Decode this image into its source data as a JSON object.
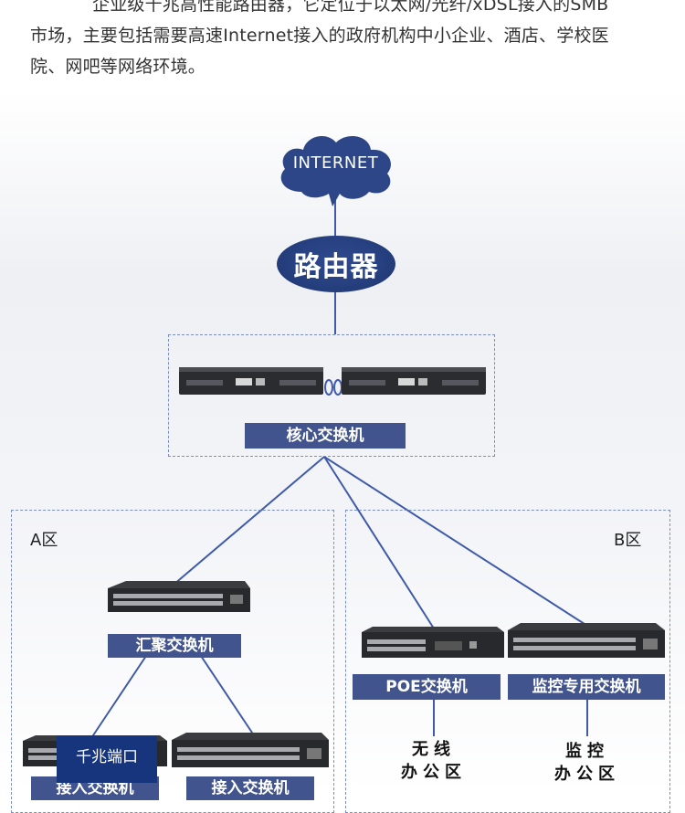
{
  "intro": {
    "line1": "企业级千兆高性能路由器，它定位于以太网/光纤/xDSL接入的SMB",
    "line2": "市场，主要包括需要高速Internet接入的政府机构中小企业、酒店、学校医",
    "line3": "院、网吧等网络环境。"
  },
  "diagram": {
    "internet_label": "INTERNET",
    "router_label": "路由器",
    "core_switch_label": "核心交换机",
    "zone_a_label": "A区",
    "zone_b_label": "B区",
    "aggregation_switch_label": "汇聚交换机",
    "access_switch_label_1": "接入交换机",
    "access_switch_label_2": "接入交换机",
    "poe_switch_label": "POE交换机",
    "monitor_switch_label": "监控专用交换机",
    "wireless_office_line1": "无线",
    "wireless_office_line2": "办公区",
    "monitor_office_line1": "监控",
    "monitor_office_line2": "办公区",
    "gigabit_port_label": "千兆端口"
  },
  "colors": {
    "label_bg": "#42548d",
    "router_bg": "#253f7e",
    "line": "#3f5aa8",
    "badge_bg": "#16357c"
  }
}
